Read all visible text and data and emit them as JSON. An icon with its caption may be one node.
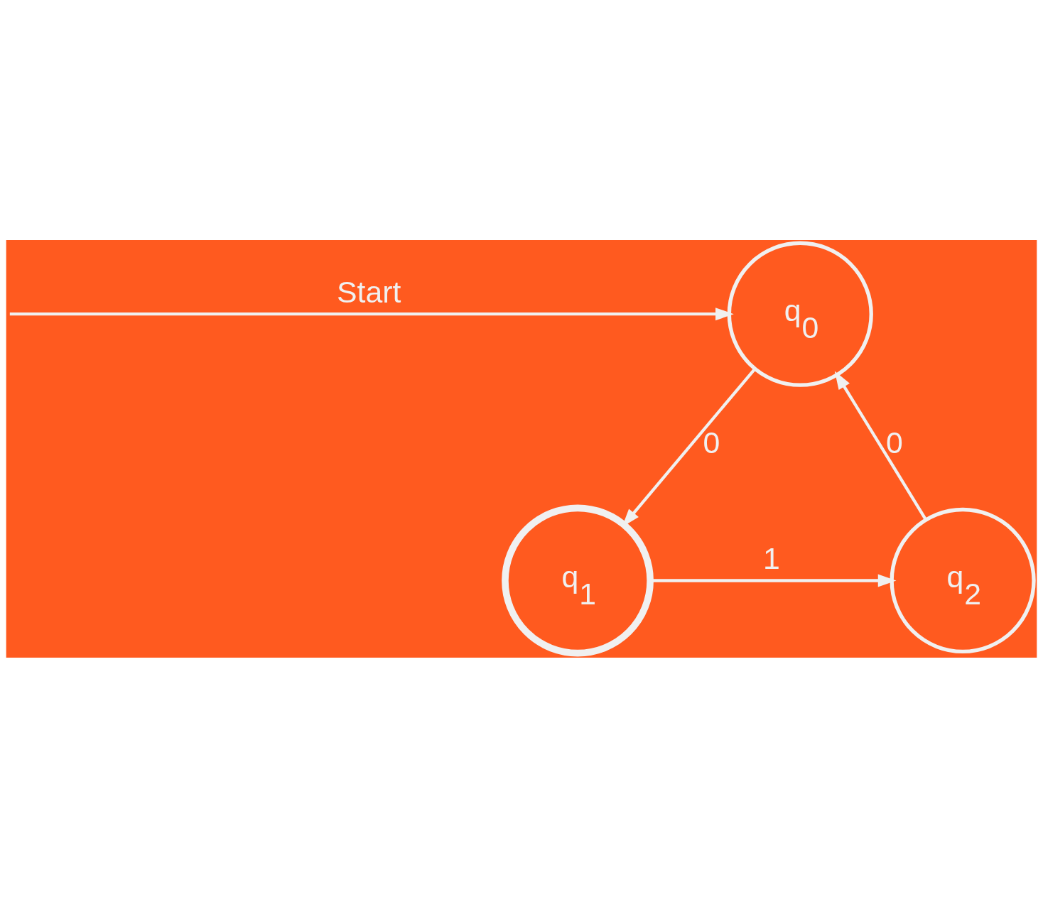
{
  "diagram": {
    "nodes": [
      {
        "text": [
          "q$_{0}$"
        ]
      },
      {
        "text": [
          "q$_{1}$"
        ]
      },
      {
        "text": [
          "q$_{2}$"
        ]
      }
    ],
    "edges": [
      {
        "from": null,
        "to": 0,
        "arrow": "to",
        "label": "Start"
      },
      {
        "from": 0,
        "to": 1,
        "arrow": "to",
        "label": "0"
      },
      {
        "from": 1,
        "to": 2,
        "arrow": "to",
        "label": "1"
      },
      {
        "from": 2,
        "to": 0,
        "arrow": "to",
        "label": "0"
      }
    ]
  }
}
